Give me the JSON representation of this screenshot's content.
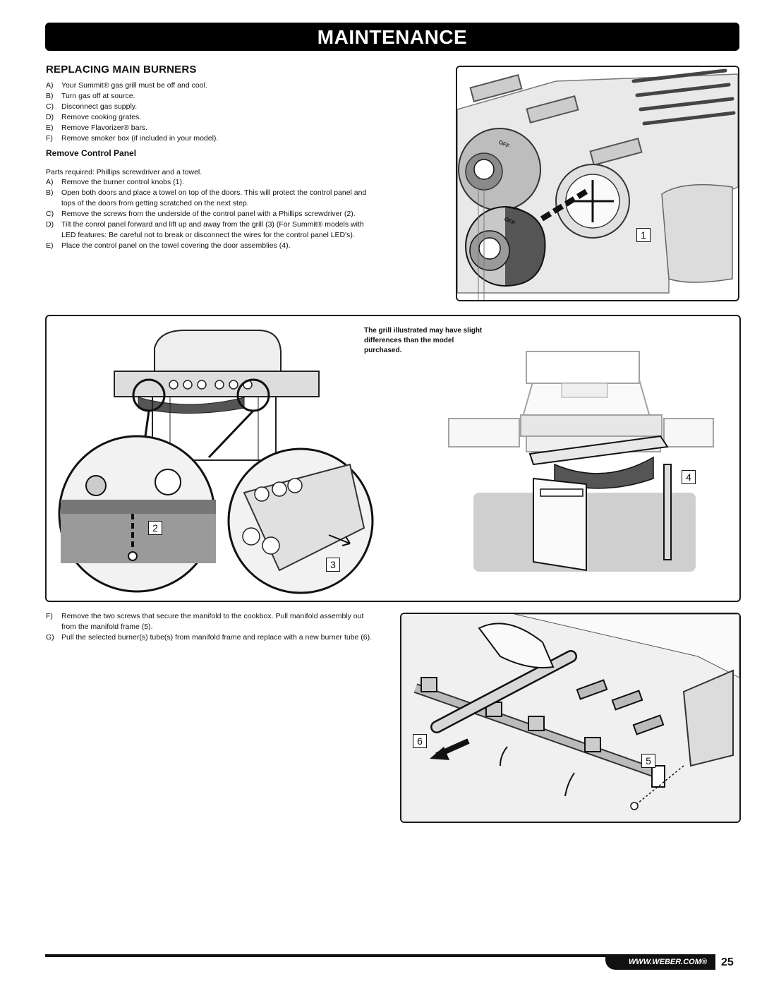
{
  "banner": {
    "title": "MAINTENANCE"
  },
  "section": {
    "title": "REPLACING MAIN BURNERS"
  },
  "steps_main": [
    {
      "key": "A)",
      "text": "Your Summit® gas grill must be off and cool."
    },
    {
      "key": "B)",
      "text": "Turn gas off at source."
    },
    {
      "key": "C)",
      "text": "Disconnect gas supply."
    },
    {
      "key": "D)",
      "text": "Remove cooking grates."
    },
    {
      "key": "E)",
      "text": "Remove Flavorizer® bars."
    },
    {
      "key": "F)",
      "text": "Remove smoker box (if included in your model)."
    }
  ],
  "subsection": {
    "title": "Remove Control Panel"
  },
  "parts_required": "Parts required: Phillips screwdriver and a towel.",
  "steps_panel": [
    {
      "key": "A)",
      "text": "Remove the burner control knobs (1)."
    },
    {
      "key": "B)",
      "text": "Open both doors and place a towel on top of the doors. This will protect the control panel and tops of the doors from getting scratched on the next step."
    },
    {
      "key": "C)",
      "text": "Remove the screws from the underside of the control panel with a Phillips screwdriver (2)."
    },
    {
      "key": "D)",
      "text": "Tilt the conrol panel forward and lift up and away from the grill (3) (For Summit® models with LED features: Be careful not to break or disconnect the wires for the control panel LED's)."
    },
    {
      "key": "E)",
      "text": "Place the control panel on the towel covering the door assemblies (4)."
    }
  ],
  "steps_manifold": [
    {
      "key": "F)",
      "text": "Remove the two screws that secure the manifold to the cookbox. Pull manifold assembly out from the manifold frame (5)."
    },
    {
      "key": "G)",
      "text": "Pull the selected burner(s) tube(s) from manifold frame and replace with a new burner tube (6)."
    }
  ],
  "figure_note": "The grill illustrated may have slight differences than the model purchased.",
  "callouts": {
    "c1": "1",
    "c2": "2",
    "c3": "3",
    "c4": "4",
    "c5": "5",
    "c6": "6"
  },
  "knob_label": "OFF",
  "footer": {
    "url": "WWW.WEBER.COM®",
    "page": "25"
  }
}
